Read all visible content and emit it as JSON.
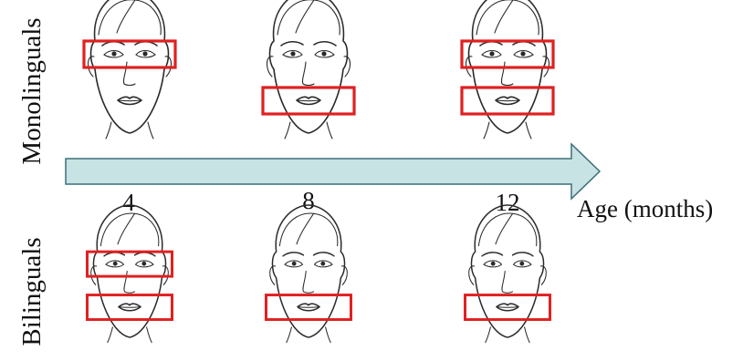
{
  "labels": {
    "row_top": "Monolinguals",
    "row_bottom": "Bilinguals",
    "axis_title": "Age (months)"
  },
  "ages": [
    "4",
    "8",
    "12"
  ],
  "colors": {
    "arrow_fill": "#c8e3e4",
    "arrow_stroke": "#3b6e79",
    "aoi_box": "#e02020",
    "text": "#111111"
  },
  "rows": [
    {
      "group": "Monolinguals",
      "faces": [
        {
          "age": "4",
          "aoi": [
            "eyes"
          ]
        },
        {
          "age": "8",
          "aoi": [
            "mouth"
          ]
        },
        {
          "age": "12",
          "aoi": [
            "eyes",
            "mouth"
          ]
        }
      ]
    },
    {
      "group": "Bilinguals",
      "faces": [
        {
          "age": "4",
          "aoi": [
            "eyes",
            "mouth"
          ]
        },
        {
          "age": "8",
          "aoi": [
            "mouth"
          ]
        },
        {
          "age": "12",
          "aoi": [
            "mouth"
          ]
        }
      ]
    }
  ]
}
